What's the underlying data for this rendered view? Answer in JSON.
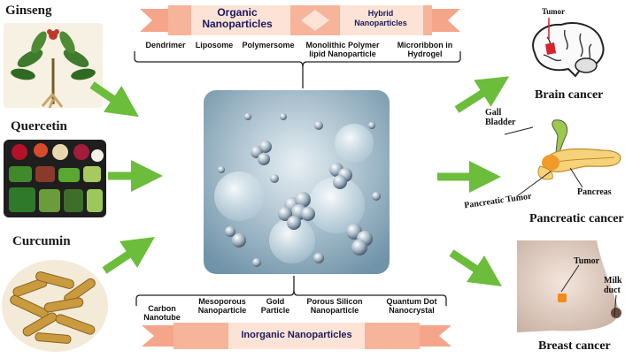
{
  "sources": {
    "ginseng": "Ginseng",
    "quercetin": "Quercetin",
    "curcumin": "Curcumin"
  },
  "organic": {
    "banner_title": "Organic Nanoparticles",
    "hybrid_title": "Hybrid Nanoparticles",
    "items": [
      "Dendrimer",
      "Liposome",
      "Polymersome",
      "Monolithic Polymer lipid Nanoparticle",
      "Microribbon in Hydrogel"
    ]
  },
  "inorganic": {
    "banner_title": "Inorganic Nanoparticles",
    "items": [
      "Carbon Nanotube",
      "Mesoporous Nanoparticle",
      "Gold Particle",
      "Porous Silicon Nanoparticle",
      "Quantum Dot Nanocrystal"
    ]
  },
  "cancers": {
    "brain": "Brain cancer",
    "brain_tumor": "Tumor",
    "pancreatic": "Pancreatic cancer",
    "gall_bladder": "Gall Bladder",
    "pancreatic_tumor": "Pancreatic Tumor",
    "pancreas": "Pancreas",
    "breast": "Breast cancer",
    "breast_tumor": "Tumor",
    "milk_duct": "Milk duct"
  },
  "colors": {
    "arrow": "#6cbd3b",
    "banner": "#f4a58a",
    "center_bg": "#b9d2df"
  }
}
